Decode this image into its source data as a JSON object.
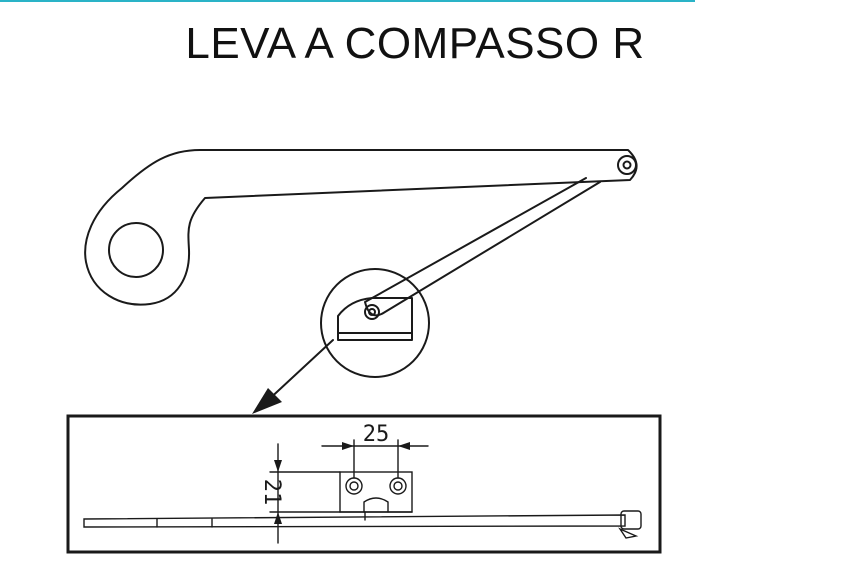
{
  "header": {
    "title": "LEVA A COMPASSO R",
    "rule_color": "#2ab3c7"
  },
  "dimensions": {
    "hole_spacing": "25",
    "height": "21"
  },
  "colors": {
    "line": "#1a1a1a",
    "background": "#ffffff"
  }
}
